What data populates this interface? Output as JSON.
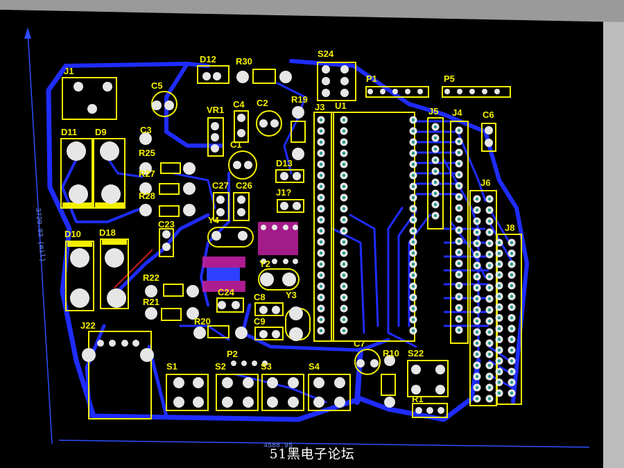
{
  "board": {
    "dimension_vertical": "3720.03 (mil)",
    "dimension_horizontal": "4588.95",
    "labels": [
      "J1",
      "C5",
      "D12",
      "R30",
      "S24",
      "P1",
      "P5",
      "D11",
      "D9",
      "C3",
      "VR1",
      "C4",
      "C2",
      "R19",
      "J3",
      "U1",
      "J5",
      "J4",
      "C6",
      "R25",
      "C1",
      "R27",
      "D13",
      "J6",
      "R28",
      "C27",
      "C26",
      "J1?",
      "C23",
      "Y4",
      "Y2",
      "J8",
      "D10",
      "D18",
      "R22",
      "C8",
      "Y3",
      "R21",
      "C24",
      "C9",
      "R20",
      "J22",
      "C7",
      "R10",
      "S22",
      "P2",
      "S1",
      "S2",
      "S3",
      "S4",
      "R1"
    ]
  },
  "colors": {
    "background": "#000000",
    "trace": "#1f2cff",
    "silkscreen": "#f4f000",
    "pad_ring": "#e6e6e6",
    "pad_hole": "#1f9a8c",
    "chip": "#c020a0"
  },
  "footer": {
    "watermark": "51黑电子论坛"
  }
}
